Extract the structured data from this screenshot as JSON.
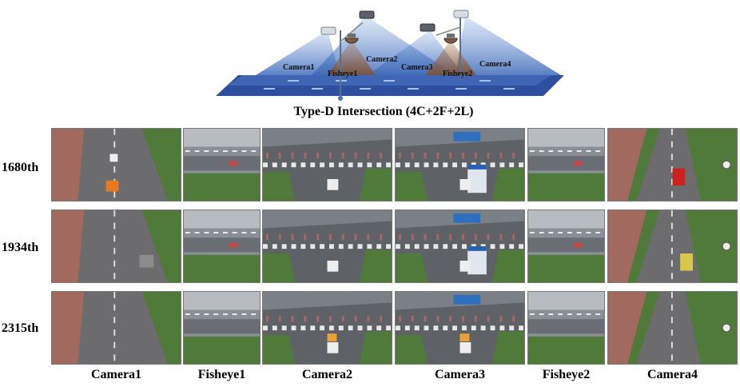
{
  "diagram": {
    "title": "Type-D Intersection (4C+2F+2L)",
    "labels": {
      "camera1": "Camera1",
      "fisheye1": "Fisheye1",
      "camera2": "Camera2",
      "camera3": "Camera3",
      "fisheye2": "Fisheye2",
      "camera4": "Camera4"
    }
  },
  "rows": [
    {
      "label": "1680th"
    },
    {
      "label": "1934th"
    },
    {
      "label": "2315th"
    }
  ],
  "columns": [
    "Camera1",
    "Fisheye1",
    "Camera2",
    "Camera3",
    "Fisheye2",
    "Camera4"
  ],
  "colors": {
    "camera_cone": "#5b86c8",
    "fisheye_cone": "#9b6a4a",
    "road_band": "#2d4f9e",
    "grass": "#4f7a3a",
    "asphalt": "#6c6c6e",
    "sky_bg": "#ffffff"
  }
}
